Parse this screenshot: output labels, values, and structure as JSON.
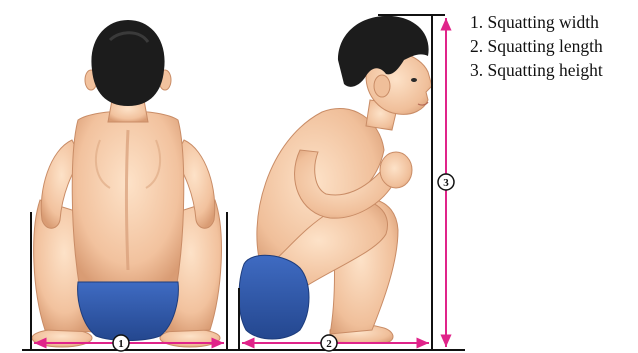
{
  "legend": {
    "items": [
      {
        "number": "1.",
        "label": "Squatting width"
      },
      {
        "number": "2.",
        "label": "Squatting length"
      },
      {
        "number": "3.",
        "label": "Squatting height"
      }
    ]
  },
  "markers": {
    "width": "1",
    "length": "2",
    "height": "3"
  },
  "colors": {
    "measure_arrow": "#e0248a",
    "measure_line": "#111111",
    "skin": "#f4c9a6",
    "skin_shadow": "#d79d78",
    "hair": "#1c1c1c",
    "shorts": "#2d56a8"
  }
}
